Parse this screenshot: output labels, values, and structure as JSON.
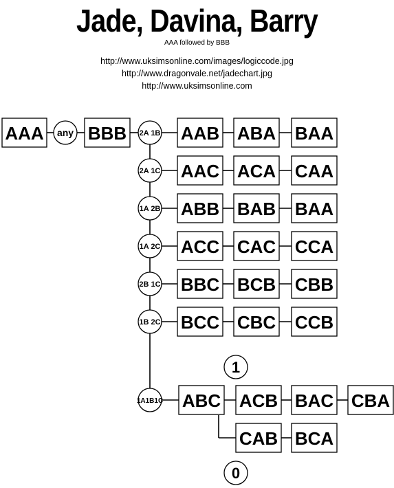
{
  "header": {
    "title": "Jade, Davina, Barry",
    "subtitle": "AAA followed by BBB",
    "sources": [
      "http://www.uksimsonline.com/images/logiccode.jpg",
      "http://www.dragonvale.net/jadechart.jpg",
      "http://www.uksimsonline.com"
    ]
  },
  "chain": {
    "start": "AAA",
    "connector": "any",
    "next": "BBB"
  },
  "groups": [
    {
      "label": "2A 1B",
      "items": [
        "AAB",
        "ABA",
        "BAA"
      ]
    },
    {
      "label": "2A 1C",
      "items": [
        "AAC",
        "ACA",
        "CAA"
      ]
    },
    {
      "label": "1A 2B",
      "items": [
        "ABB",
        "BAB",
        "BAA"
      ]
    },
    {
      "label": "1A 2C",
      "items": [
        "ACC",
        "CAC",
        "CCA"
      ]
    },
    {
      "label": "2B 1C",
      "items": [
        "BBC",
        "BCB",
        "CBB"
      ]
    },
    {
      "label": "1B 2C",
      "items": [
        "BCC",
        "CBC",
        "CCB"
      ]
    }
  ],
  "final_group": {
    "label": "1A1B1C",
    "marker_top": "1",
    "marker_bottom": "0",
    "row1": [
      "ABC",
      "ACB",
      "BAC",
      "CBA"
    ],
    "row2": [
      "CAB",
      "BCA"
    ]
  }
}
